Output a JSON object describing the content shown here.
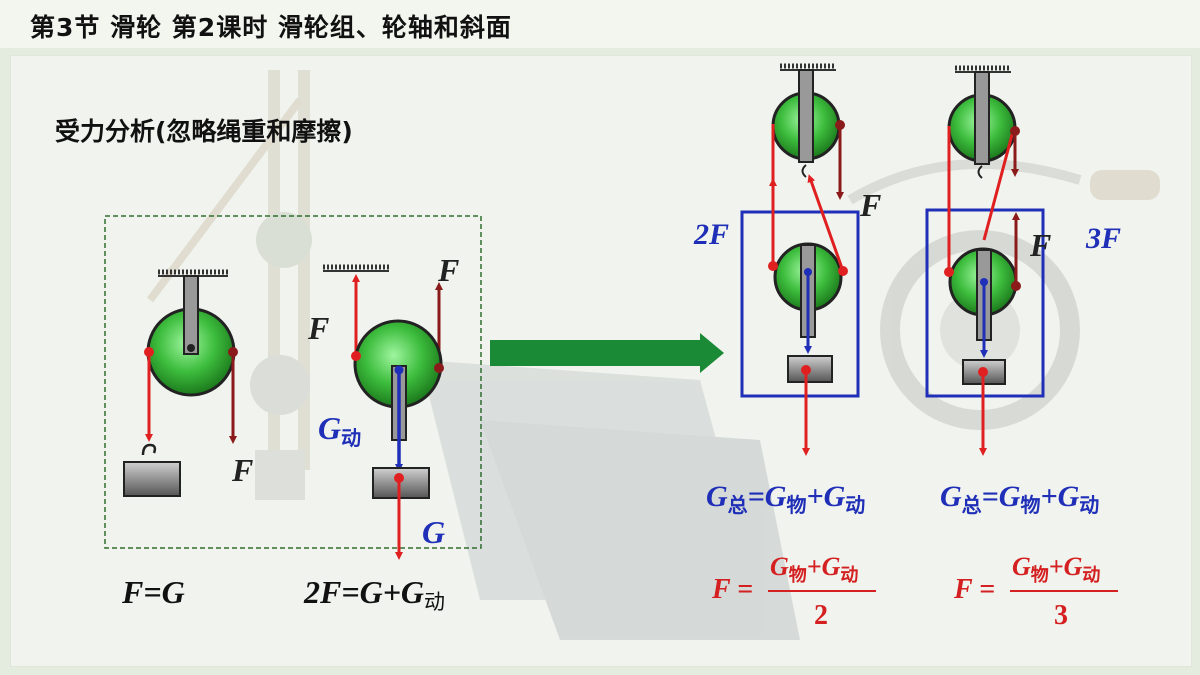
{
  "page": {
    "title": "第3节  滑轮   第2课时  滑轮组、轮轴和斜面",
    "heading": "受力分析(忽略绳重和摩擦)"
  },
  "labels": {
    "F": "F",
    "G": "G",
    "G_dong": "G动",
    "two_F": "2F",
    "three_F": "3F"
  },
  "equations": {
    "fixed": "F=G",
    "movable_main": "2F=G+G",
    "movable_sub": "动",
    "total_G": "G",
    "total_sub": "总",
    "eq_sign": "=",
    "wu_G": "G",
    "wu_sub": "物",
    "plus": "+",
    "dong_G": "G",
    "dong_sub": "动",
    "frac_F": "F =",
    "den_2": "2",
    "den_3": "3"
  },
  "colors": {
    "red": "#e02020",
    "dark_red": "#8b1a1a",
    "blue": "#1f2fb8",
    "green_arrow": "#1a8a36",
    "pulley_green": "#3fbf3f"
  }
}
